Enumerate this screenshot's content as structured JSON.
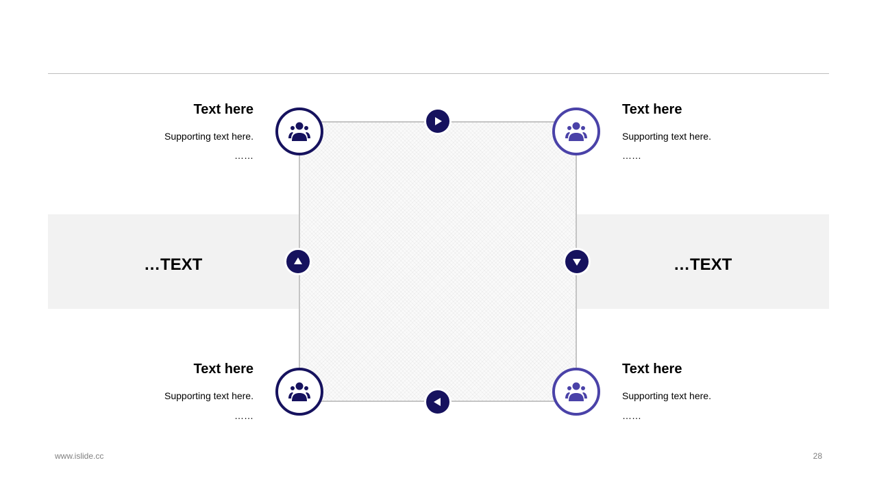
{
  "colors": {
    "dark": "#16125e",
    "light": "#4a42a8",
    "band": "#f2f2f2"
  },
  "band_labels": {
    "left": "…TEXT",
    "right": "…TEXT"
  },
  "nodes": {
    "top_left": {
      "title": "Text here",
      "support": "Supporting text here.",
      "dots": "……",
      "icon": "user-group-icon"
    },
    "top_right": {
      "title": "Text here",
      "support": "Supporting text here.",
      "dots": "……",
      "icon": "user-group-icon"
    },
    "bottom_left": {
      "title": "Text here",
      "support": "Supporting text here.",
      "dots": "……",
      "icon": "user-group-icon"
    },
    "bottom_right": {
      "title": "Text here",
      "support": "Supporting text here.",
      "dots": "……",
      "icon": "user-group-icon"
    }
  },
  "arrows": {
    "top": "play-right-icon",
    "right": "play-down-icon",
    "bottom": "play-left-icon",
    "left": "play-up-icon"
  },
  "footer": {
    "website": "www.islide.cc",
    "page_number": "28"
  }
}
